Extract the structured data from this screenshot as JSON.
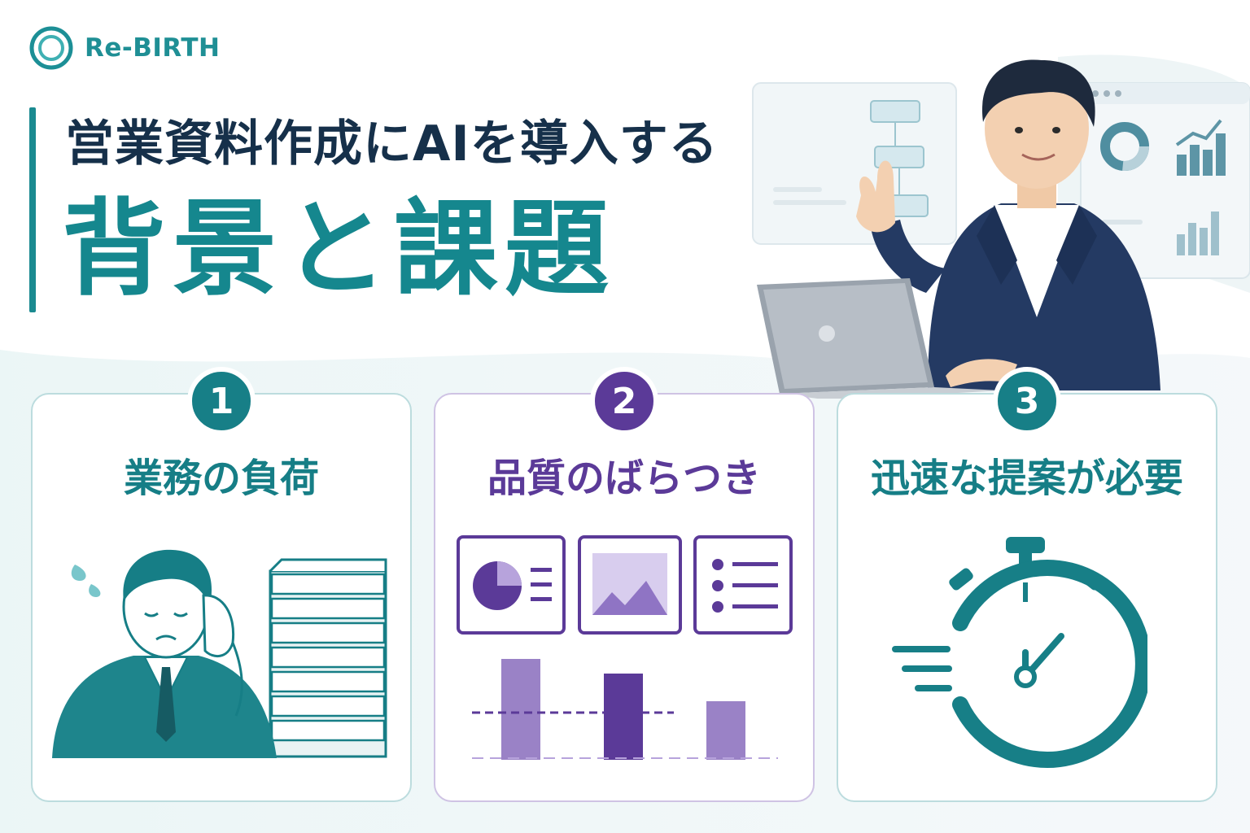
{
  "brand": {
    "name": "Re-BIRTH",
    "icon": "ring-logo-icon"
  },
  "title": {
    "line1": "営業資料作成にAIを導入する",
    "line2": "背景と課題"
  },
  "cards": [
    {
      "number": "1",
      "title": "業務の負荷",
      "illustration": "stressed-businessman-with-document-stack"
    },
    {
      "number": "2",
      "title": "品質のばらつき",
      "illustration": "inconsistent-slide-quality-bars"
    },
    {
      "number": "3",
      "title": "迅速な提案が必要",
      "illustration": "speed-stopwatch-icon"
    }
  ],
  "colors": {
    "teal": "#177f87",
    "navy": "#16304a",
    "purple": "#5b3a98",
    "light_purple": "#9a82c6"
  }
}
